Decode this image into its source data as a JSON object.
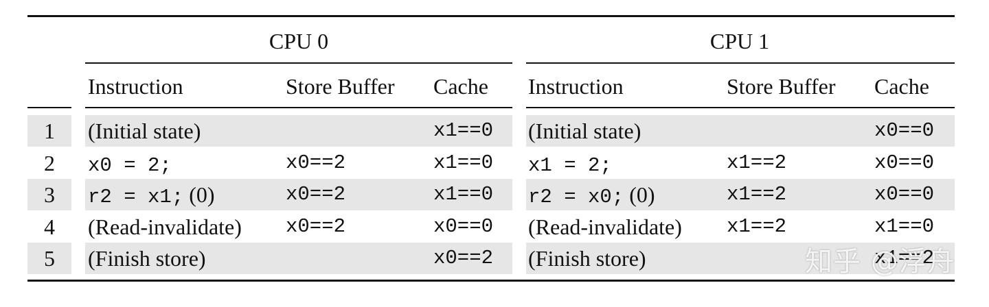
{
  "table": {
    "groups": [
      {
        "title": "CPU 0"
      },
      {
        "title": "CPU 1"
      }
    ],
    "headers": {
      "cpu0": {
        "instruction": "Instruction",
        "store_buffer": "Store Buffer",
        "cache": "Cache"
      },
      "cpu1": {
        "instruction": "Instruction",
        "store_buffer": "Store Buffer",
        "cache": "Cache"
      }
    },
    "rows": [
      {
        "num": "1",
        "cpu0": {
          "instr": "(Initial state)",
          "instr_code": "",
          "instr_note": "",
          "sb": "",
          "cache": "x1==0"
        },
        "cpu1": {
          "instr": "(Initial state)",
          "instr_code": "",
          "instr_note": "",
          "sb": "",
          "cache": "x0==0"
        }
      },
      {
        "num": "2",
        "cpu0": {
          "instr": "",
          "instr_code": "x0 = 2;",
          "instr_note": "",
          "sb": "x0==2",
          "cache": "x1==0"
        },
        "cpu1": {
          "instr": "",
          "instr_code": "x1 = 2;",
          "instr_note": "",
          "sb": "x1==2",
          "cache": "x0==0"
        }
      },
      {
        "num": "3",
        "cpu0": {
          "instr": "",
          "instr_code": "r2 = x1;",
          "instr_note": "(0)",
          "sb": "x0==2",
          "cache": "x1==0"
        },
        "cpu1": {
          "instr": "",
          "instr_code": "r2 = x0;",
          "instr_note": "(0)",
          "sb": "x1==2",
          "cache": "x0==0"
        }
      },
      {
        "num": "4",
        "cpu0": {
          "instr": "(Read-invalidate)",
          "instr_code": "",
          "instr_note": "",
          "sb": "x0==2",
          "cache": "x0==0"
        },
        "cpu1": {
          "instr": "(Read-invalidate)",
          "instr_code": "",
          "instr_note": "",
          "sb": "x1==2",
          "cache": "x1==0"
        }
      },
      {
        "num": "5",
        "cpu0": {
          "instr": "(Finish store)",
          "instr_code": "",
          "instr_note": "",
          "sb": "",
          "cache": "x0==2"
        },
        "cpu1": {
          "instr": "(Finish store)",
          "instr_code": "",
          "instr_note": "",
          "sb": "",
          "cache": "x1==2"
        }
      }
    ]
  },
  "watermark": "知乎 @浮舟"
}
